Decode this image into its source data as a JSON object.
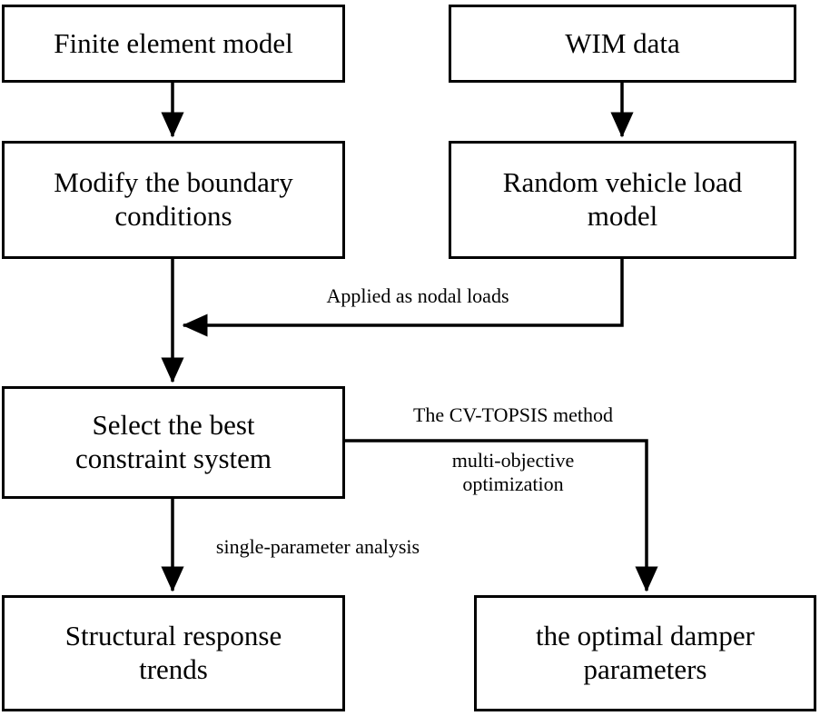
{
  "diagram": {
    "title": "Research workflow flowchart",
    "background_color": "#ffffff",
    "line_color": "#000000",
    "nodes": {
      "finite_element_model": "Finite element model",
      "wim_data": "WIM data",
      "modify_boundary_conditions": "Modify the boundary\nconditions",
      "random_vehicle_load_model": "Random vehicle load\nmodel",
      "select_best_constraint_system": "Select the best\nconstraint system",
      "structural_response_trends": "Structural response\ntrends",
      "optimal_damper_parameters": "the optimal damper\nparameters"
    },
    "edge_labels": {
      "applied_as_nodal_loads": "Applied as nodal loads",
      "cv_topsis_method": "The CV-TOPSIS method",
      "multi_objective_optimization": "multi-objective\noptimization",
      "single_parameter_analysis": "single-parameter analysis"
    },
    "edges": [
      {
        "from": "finite_element_model",
        "to": "modify_boundary_conditions",
        "label": ""
      },
      {
        "from": "wim_data",
        "to": "random_vehicle_load_model",
        "label": ""
      },
      {
        "from": "random_vehicle_load_model",
        "to": "select_best_constraint_system",
        "label": "Applied as nodal loads"
      },
      {
        "from": "modify_boundary_conditions",
        "to": "select_best_constraint_system",
        "label": ""
      },
      {
        "from": "select_best_constraint_system",
        "to": "structural_response_trends",
        "label": "single-parameter analysis"
      },
      {
        "from": "select_best_constraint_system",
        "to": "optimal_damper_parameters",
        "label": "The CV-TOPSIS method multi-objective optimization"
      }
    ]
  }
}
